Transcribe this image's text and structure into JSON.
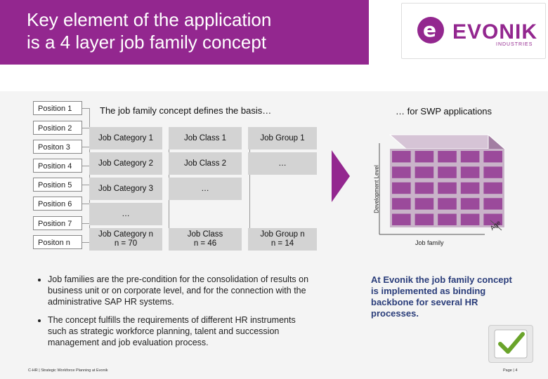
{
  "header": {
    "title_line1": "Key element of the application",
    "title_line2": "is a 4 layer job family concept"
  },
  "logo": {
    "word": "EVONIK",
    "sub": "INDUSTRIES",
    "mark": "e"
  },
  "positions": [
    "Position 1",
    "Position 2",
    "Positon 3",
    "Position 4",
    "Position 5",
    "Position 6",
    "Position 7",
    "Positon n"
  ],
  "grid": {
    "heading": "The job family concept defines the basis…",
    "rows": [
      [
        "Job Category 1",
        "Job Class 1",
        "Job Group 1"
      ],
      [
        "Job Category 2",
        "Job Class 2",
        "…"
      ],
      [
        "Job Category 3",
        "…",
        ""
      ],
      [
        "…",
        "",
        ""
      ],
      [
        "Job Category n\nn = 70",
        "Job Class\nn = 46",
        "Job Group n\nn = 14"
      ]
    ]
  },
  "swp": {
    "heading": "… for SWP applications",
    "y_label": "Development Level",
    "x_label": "Job family",
    "z_label": "Age"
  },
  "bullets": [
    "Job families are the pre-condition for the consolidation of results on business unit or on corporate level, and for the connection with the administrative SAP HR systems.",
    "The concept fulfills the requirements of different HR instruments such as strategic workforce planning, talent and succession management and job evaluation process."
  ],
  "evonik_statement": "At Evonik the job family concept is implemented as binding backbone for several HR processes.",
  "footer": {
    "left": "C-HR | Strategic Workforce Planning at Evonik",
    "page": "Page | 4"
  },
  "colors": {
    "brand": "#93278f",
    "statement": "#2a3d7a",
    "cell": "#d3d3d3",
    "cube": "#9b4a9b"
  }
}
